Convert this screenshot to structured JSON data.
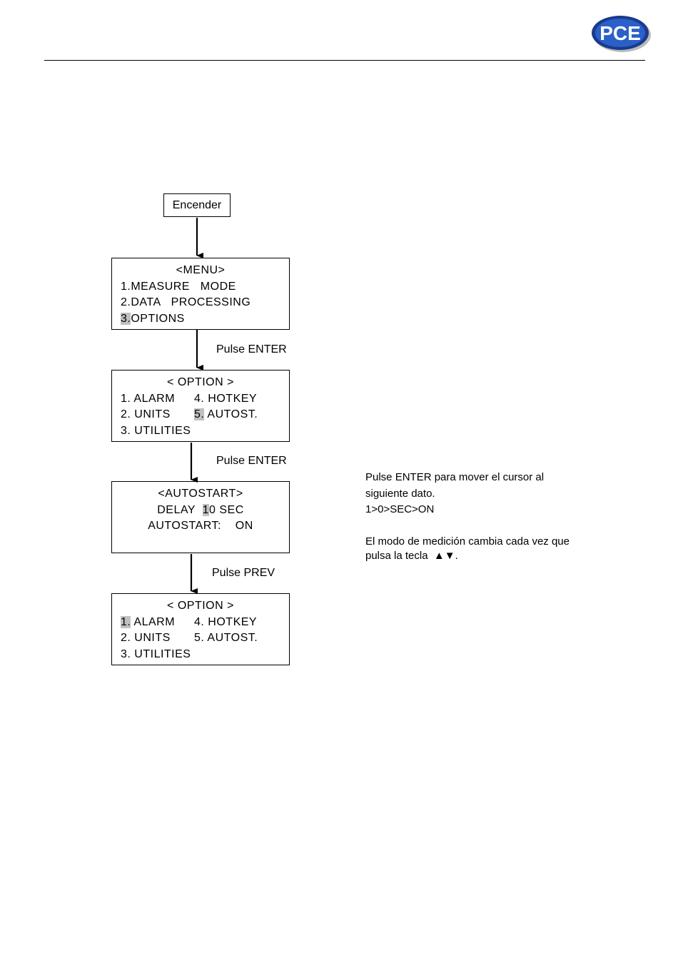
{
  "header": {
    "logo_text": "PCE",
    "logo_colors": {
      "outer": "#1a3a8c",
      "inner": "#2b5fc9",
      "text": "#ffffff"
    }
  },
  "flow": {
    "start": "Encender",
    "menu": {
      "title": "<MENU>",
      "line1": "1.MEASURE   MODE",
      "line2": "2.DATA   PROCESSING",
      "line3_num": "3.",
      "line3_text": "OPTIONS"
    },
    "step1": "Pulse ENTER",
    "option1": {
      "title": "< OPTION >",
      "r1c1": "1. ALARM",
      "r1c2": "4. HOTKEY",
      "r2c1": "2. UNITS",
      "r2c2_num": "5.",
      "r2c2_text": " AUTOST.",
      "r3c1": "3. UTILITIES"
    },
    "step2": "Pulse ENTER",
    "autostart": {
      "title": "<AUTOSTART>",
      "delay_label": "DELAY  ",
      "delay_cursor": "1",
      "delay_rest": "0 SEC",
      "auto_line": "AUTOSTART:    ON"
    },
    "step3": "Pulse PREV",
    "option2": {
      "title": "< OPTION >",
      "r1c1_num": "1.",
      "r1c1_text": " ALARM",
      "r1c2": "4. HOTKEY",
      "r2c1": "2. UNITS",
      "r2c2": "5. AUTOST.",
      "r3c1": "3. UTILITIES"
    }
  },
  "notes": {
    "line1": "Pulse ENTER para mover el cursor al",
    "line2": "siguiente dato.",
    "line3": "1>0>SEC>ON",
    "line4": "El modo de medición cambia cada vez que",
    "line5": "pulsa la tecla  ▲▼."
  }
}
